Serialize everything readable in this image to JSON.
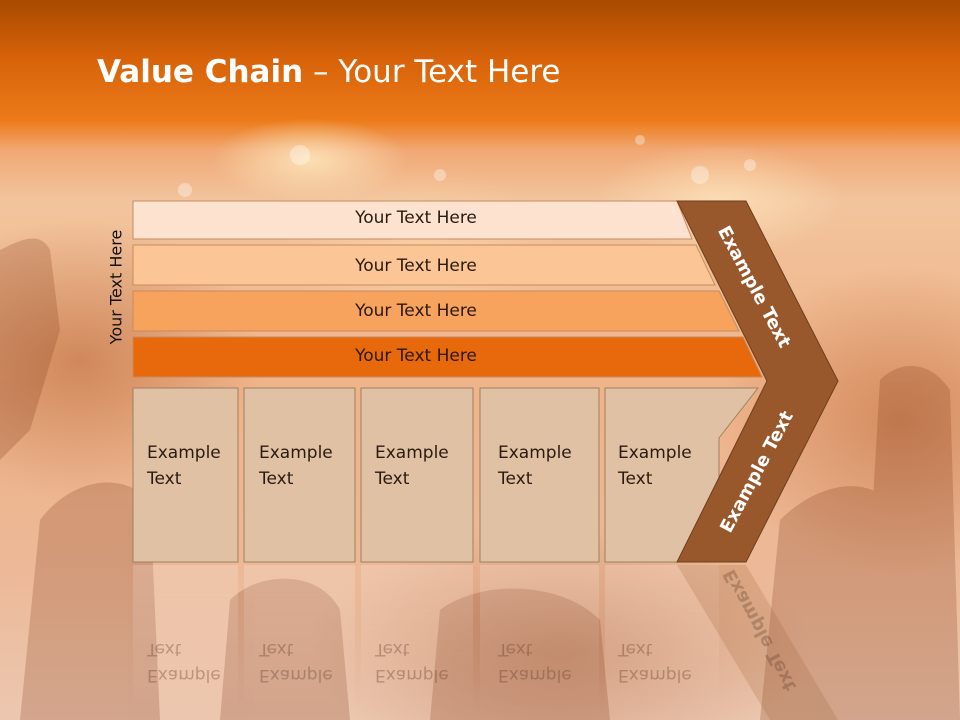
{
  "slide": {
    "title_bold": "Value Chain",
    "title_rest": " – Your Text Here",
    "side_label": "Your Text Here"
  },
  "bars": [
    {
      "label": "Your Text Here",
      "color": "#fde3cf"
    },
    {
      "label": "Your Text Here",
      "color": "#fbc595"
    },
    {
      "label": "Your Text Here",
      "color": "#f7a35d"
    },
    {
      "label": "Your Text Here",
      "color": "#e8680c"
    }
  ],
  "boxes": [
    {
      "line1": "Example",
      "line2": "Text"
    },
    {
      "line1": "Example",
      "line2": "Text"
    },
    {
      "line1": "Example",
      "line2": "Text"
    },
    {
      "line1": "Example",
      "line2": "Text"
    },
    {
      "line1": "Example",
      "line2": "Text"
    }
  ],
  "chevron": {
    "upper_label": "Example Text",
    "lower_label": "Example Text",
    "color": "#98582c"
  },
  "colors": {
    "box_fill": "#e1c1a3",
    "box_stroke": "#a08060"
  }
}
